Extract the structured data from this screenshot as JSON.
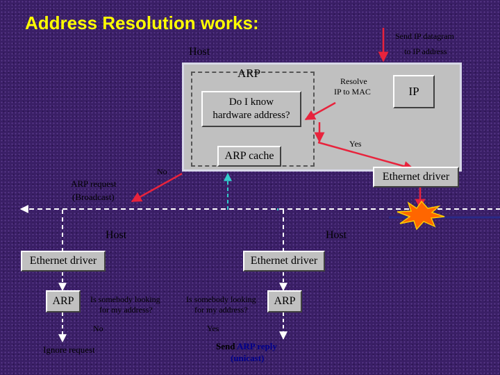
{
  "title": "Address Resolution works:",
  "send_ip": {
    "line1": "Send IP datagram",
    "line2": "to IP address"
  },
  "top_host": {
    "label": "Host",
    "arp_label": "ARP",
    "question": {
      "line1": "Do I know",
      "line2": "hardware address?"
    },
    "resolve": {
      "line1": "Resolve",
      "line2": "IP  to  MAC"
    },
    "ip": "IP",
    "yes": "Yes",
    "arp_cache": "ARP cache",
    "no": "No",
    "ethernet": "Ethernet driver"
  },
  "arp_request": {
    "line1": "ARP request",
    "line2": "(Broadcast)"
  },
  "left_host": {
    "label": "Host",
    "ethernet": "Ethernet driver",
    "arp": "ARP",
    "question": {
      "line1": "Is somebody looking",
      "line2": "for my address?"
    },
    "no": "No",
    "ignore": "Ignore request"
  },
  "right_host": {
    "label": "Host",
    "ethernet": "Ethernet driver",
    "arp": "ARP",
    "question": {
      "line1": "Is somebody looking",
      "line2": "for my address?"
    },
    "yes": "Yes",
    "reply": {
      "prefix": "Send ",
      "emph": "ARP reply",
      "line2": "(unicast)"
    }
  },
  "colors": {
    "background": "#3a1f66",
    "title": "#ffff00",
    "box": "#c0c0c0",
    "arrow_red": "#e8233c",
    "frame": "#d8d8e8",
    "bus": "#2a2a88",
    "reply": "#00008b"
  }
}
